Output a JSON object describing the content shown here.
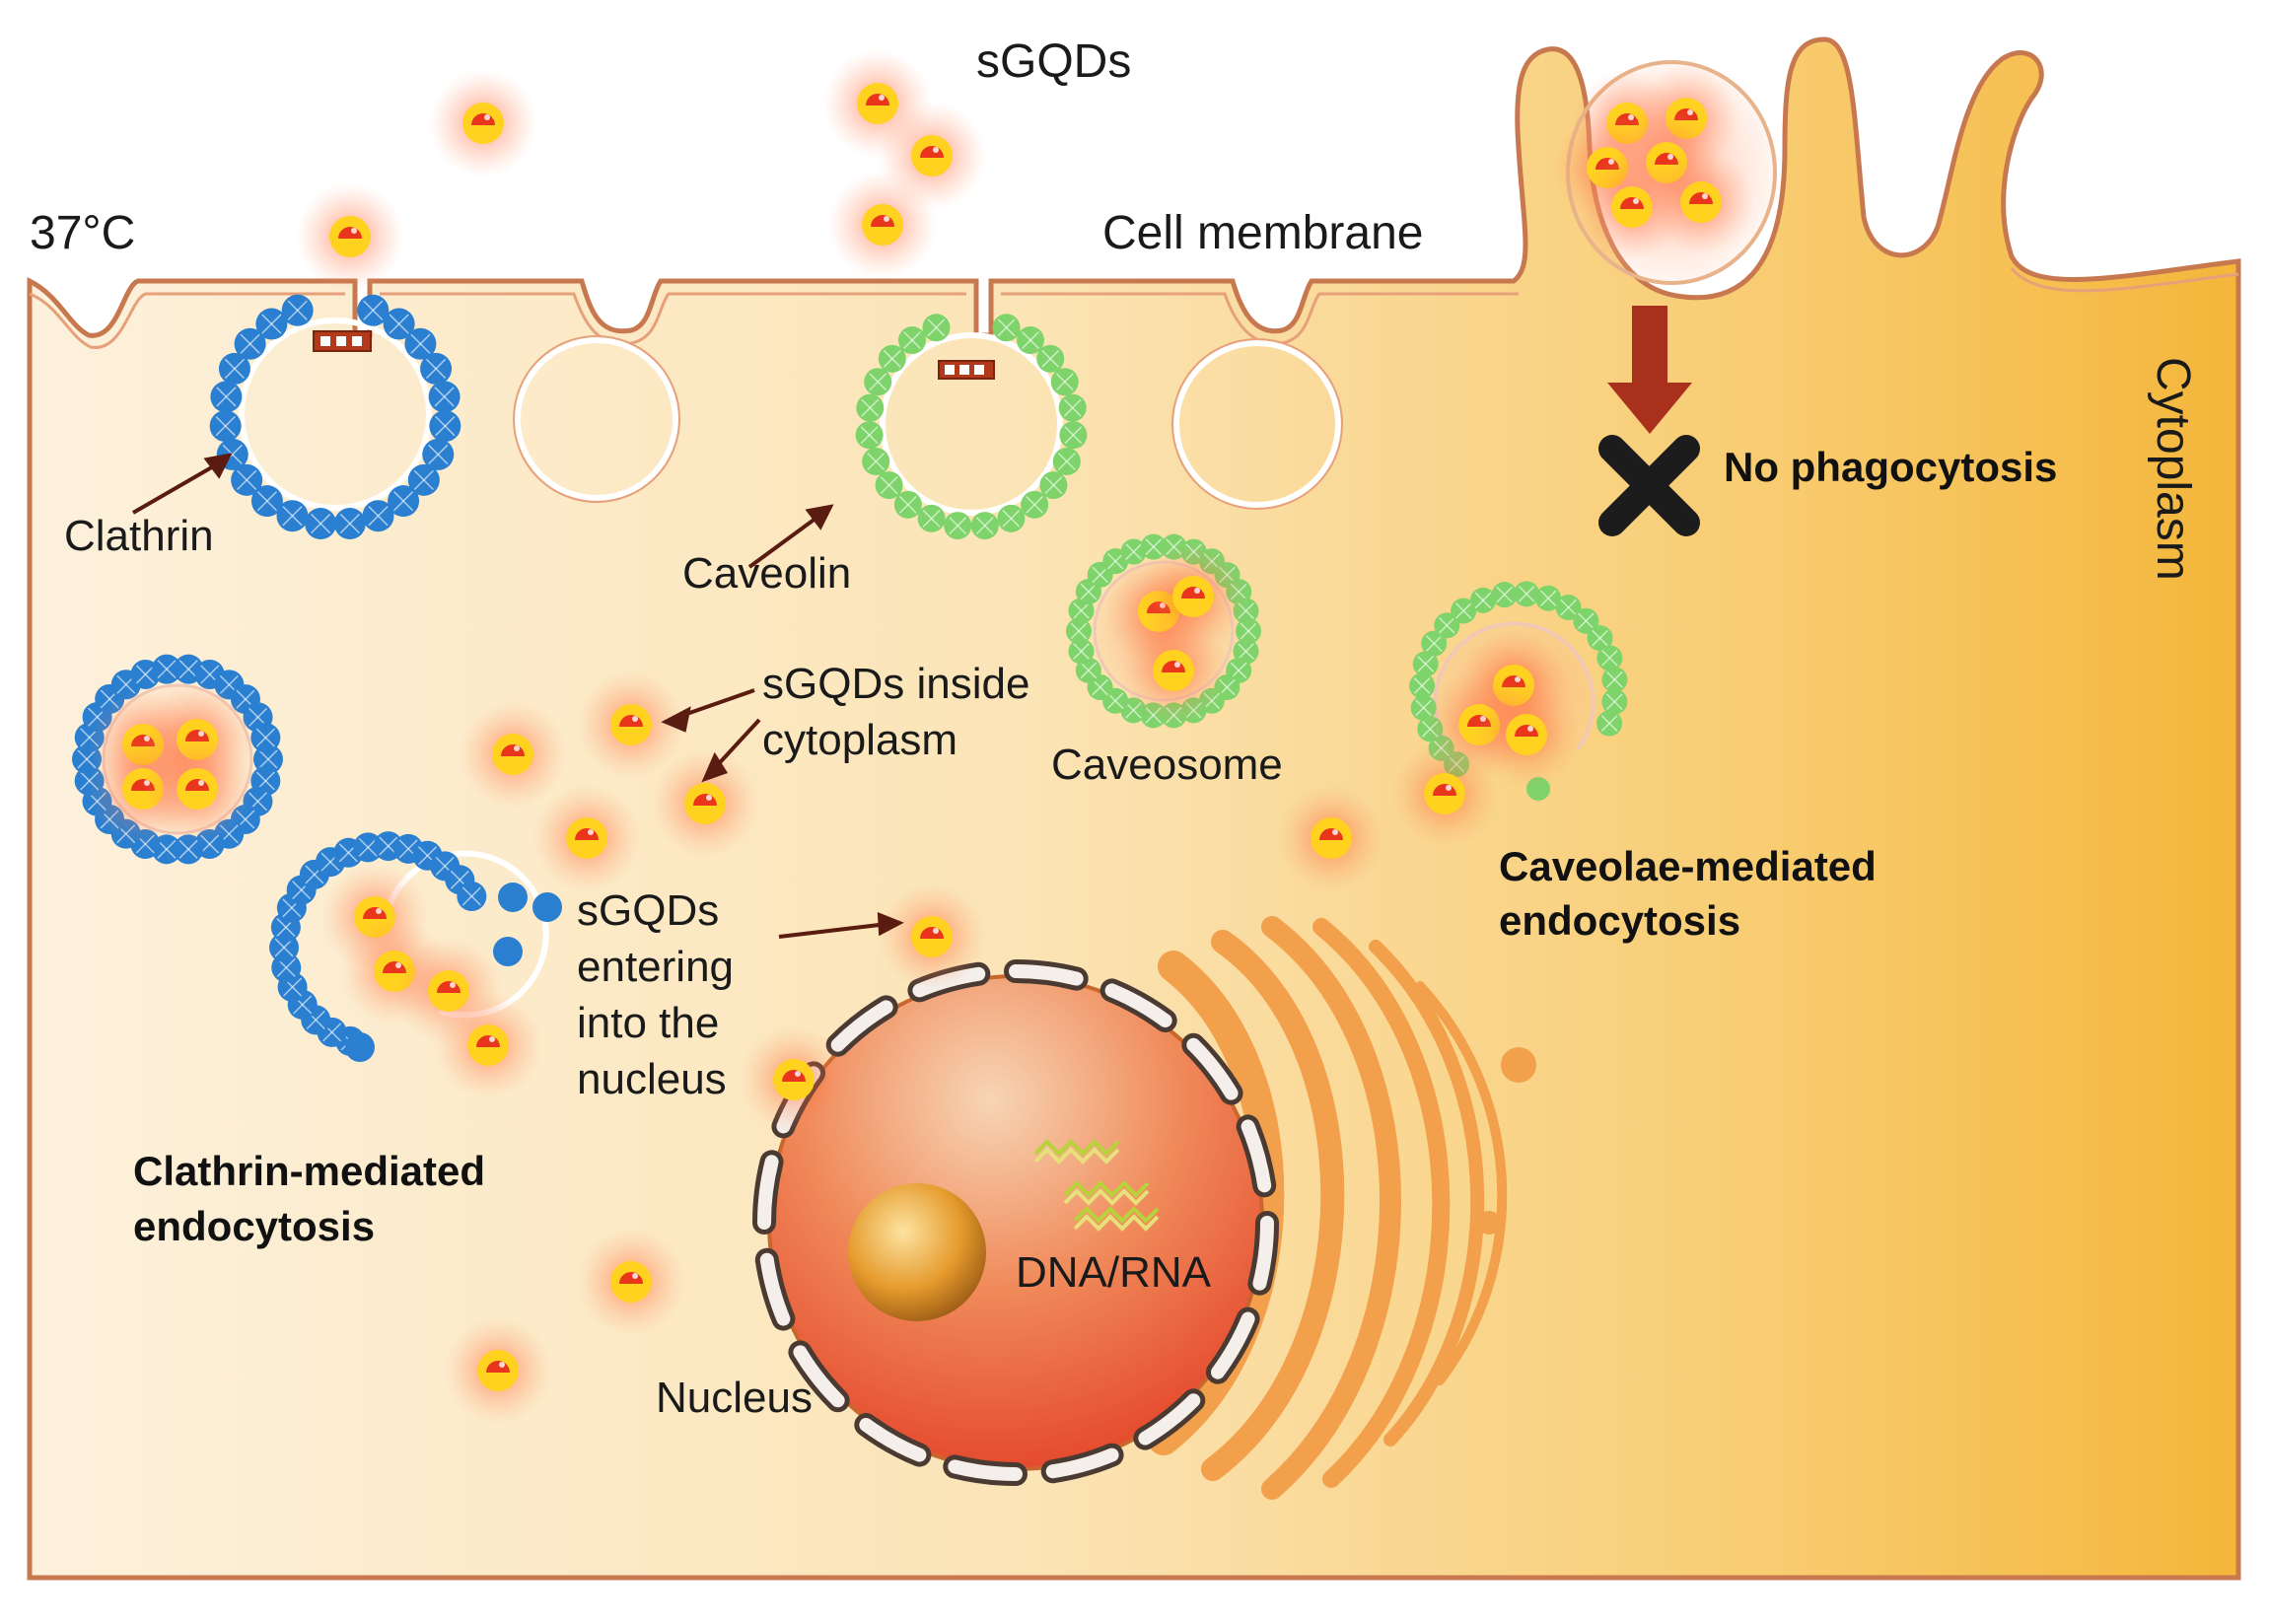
{
  "labels": {
    "sgqds_top": "sGQDs",
    "temperature": "37°C",
    "cell_membrane": "Cell membrane",
    "cytoplasm": "Cytoplasm",
    "no_phagocytosis": "No phagocytosis",
    "clathrin": "Clathrin",
    "caveolin": "Caveolin",
    "caveosome": "Caveosome",
    "inside_1": "sGQDs inside",
    "inside_2": "cytoplasm",
    "entering_1": "sGQDs",
    "entering_2": "entering",
    "entering_3": "into the",
    "entering_4": "nucleus",
    "clathrin_mediated_1": "Clathrin-mediated",
    "clathrin_mediated_2": "endocytosis",
    "caveolae_mediated_1": "Caveolae-mediated",
    "caveolae_mediated_2": "endocytosis",
    "dna_rna": "DNA/RNA",
    "nucleus": "Nucleus"
  },
  "colors": {
    "membrane": "#c8784f",
    "cytoplasm_light": "#fdf0d8",
    "cytoplasm_dark": "#f5b53a",
    "clathrin": "#2b7fd0",
    "caveolin": "#7ed36a",
    "dot_yellow": "#ffd21f",
    "dot_red": "#e8351c",
    "arrow": "#a8301c",
    "cross": "#1c1c1c",
    "golgi": "#f2a04c",
    "nucleus": "#e8502c"
  }
}
